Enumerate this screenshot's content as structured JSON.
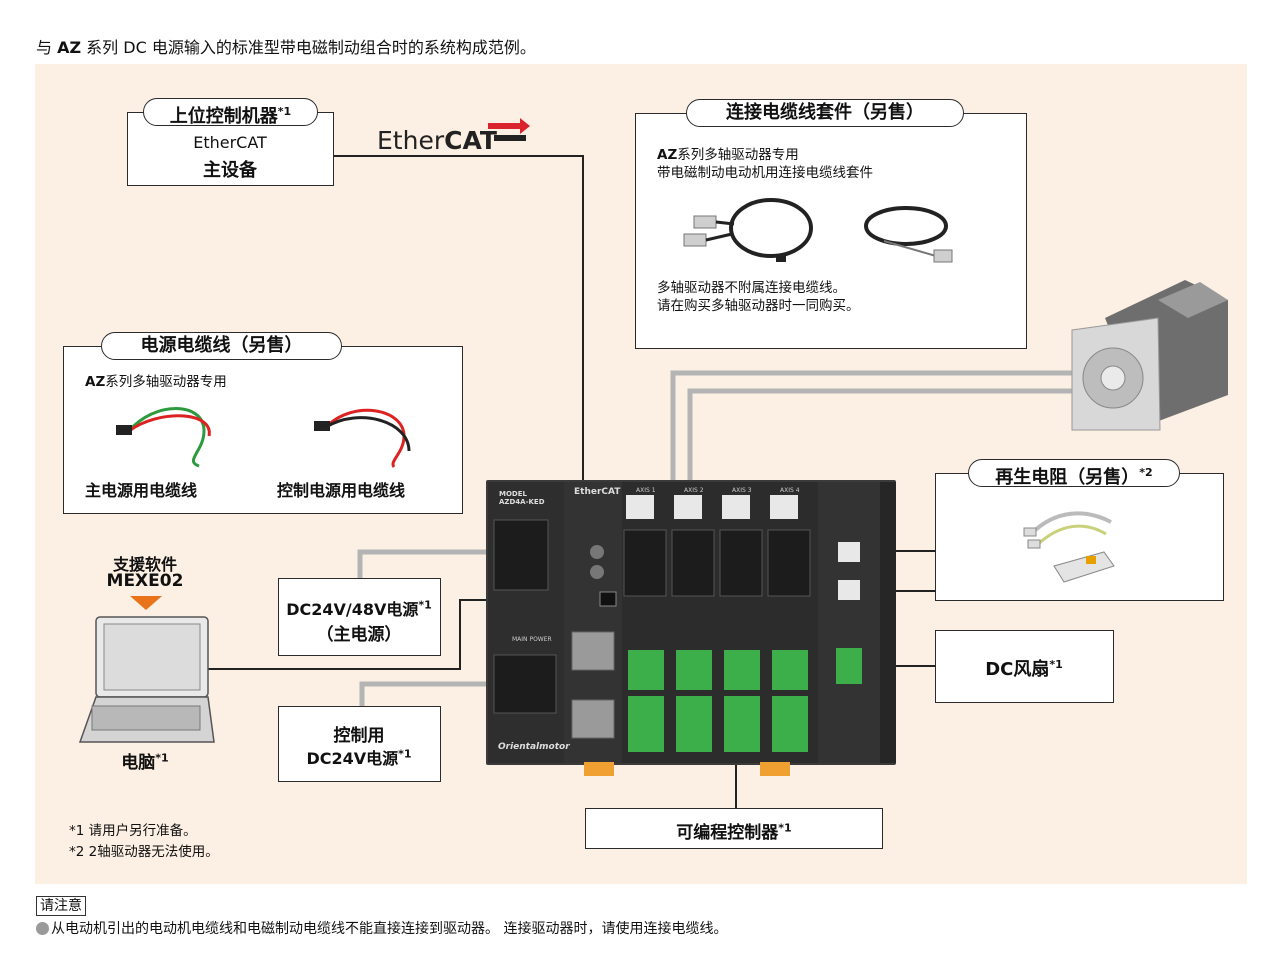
{
  "intro": {
    "pre": "与 ",
    "brand": "AZ",
    "post": " 系列 DC 电源输入的标准型带电磁制动组合时的系统构成范例。"
  },
  "host": {
    "title": "上位控制机器",
    "title_mark": "*1",
    "line1": "EtherCAT",
    "line2": "主设备"
  },
  "ethercat_logo": {
    "ether": "Ether",
    "cat": "CAT"
  },
  "kit": {
    "title": "连接电缆线套件（另售）",
    "desc_brand": "AZ",
    "desc1": "系列多轴驱动器专用",
    "desc2": "带电磁制动电动机用连接电缆线套件",
    "note1": "多轴驱动器不附属连接电缆线。",
    "note2": "请在购买多轴驱动器时一同购买。"
  },
  "power_cable": {
    "title": "电源电缆线（另售）",
    "desc_brand": "AZ",
    "desc": "系列多轴驱动器专用",
    "item1": "主电源用电缆线",
    "item2": "控制电源用电缆线"
  },
  "software": {
    "line1": "支援软件",
    "line2": "MEXE02"
  },
  "pc": {
    "label": "电脑",
    "mark": "*1"
  },
  "main_power": {
    "line1": "DC24V/48V电源",
    "mark": "*1",
    "line2": "（主电源）"
  },
  "ctrl_power": {
    "line1": "控制用",
    "line2": "DC24V电源",
    "mark": "*1"
  },
  "regen": {
    "title": "再生电阻（另售）",
    "mark": "*2"
  },
  "fan": {
    "label": "DC风扇",
    "mark": "*1"
  },
  "plc": {
    "label": "可编程控制器",
    "mark": "*1"
  },
  "footnotes": [
    {
      "mark": "*1",
      "text": "请用户另行准备。"
    },
    {
      "mark": "*2",
      "text": "2轴驱动器无法使用。"
    }
  ],
  "notice": {
    "title": "请注意",
    "text": "从电动机引出的电动机电缆线和电磁制动电缆线不能直接连接到驱动器。 连接驱动器时，请使用连接电缆线。"
  },
  "driver": {
    "model_label": "MODEL",
    "model": "AZD4A-KED",
    "brand": "Orientalmotor",
    "ethercat": "EtherCAT",
    "axes": [
      "AXIS 1",
      "AXIS 2",
      "AXIS 3",
      "AXIS 4"
    ],
    "main_power_label": "MAIN POWER"
  },
  "colors": {
    "panel": "#fcefe3",
    "cable_gray": "#b4b4b4",
    "ethercat_red": "#d9232d",
    "arrow_orange": "#e8731a",
    "driver_body": "#3a3a3a",
    "terminal_green": "#3cae4a"
  }
}
